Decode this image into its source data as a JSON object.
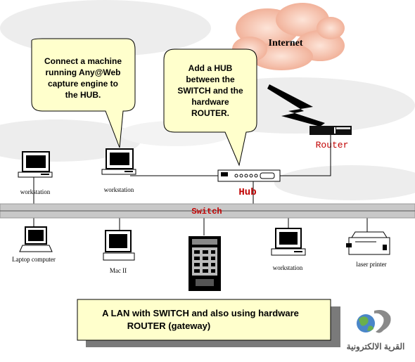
{
  "callouts": {
    "left": [
      "Connect a machine",
      "running Any@Web",
      "capture engine to",
      "the HUB."
    ],
    "right": [
      "Add a HUB",
      "between the",
      "SWITCH and the",
      "hardware",
      "ROUTER."
    ]
  },
  "labels": {
    "internet": "Internet",
    "router": "Router",
    "hub": "Hub",
    "switch": "Switch",
    "workstation_top_left": "workstation",
    "workstation_top_mid": "workstation",
    "laptop": "Laptop computer",
    "mac": "Mac II",
    "workstation_bottom": "workstation",
    "printer": "laser printer"
  },
  "caption": [
    "A LAN with SWITCH and also using hardware",
    "ROUTER (gateway)"
  ],
  "logo_text": "القرية الالكترونية",
  "colors": {
    "red_label": "#c00000",
    "cloud": "#f2b6a0",
    "callout_fill": "#ffffcc",
    "caption_fill": "#ffffcc",
    "switch_bar": "#c8c8c8",
    "background_cloud": "#f0f0f0"
  }
}
